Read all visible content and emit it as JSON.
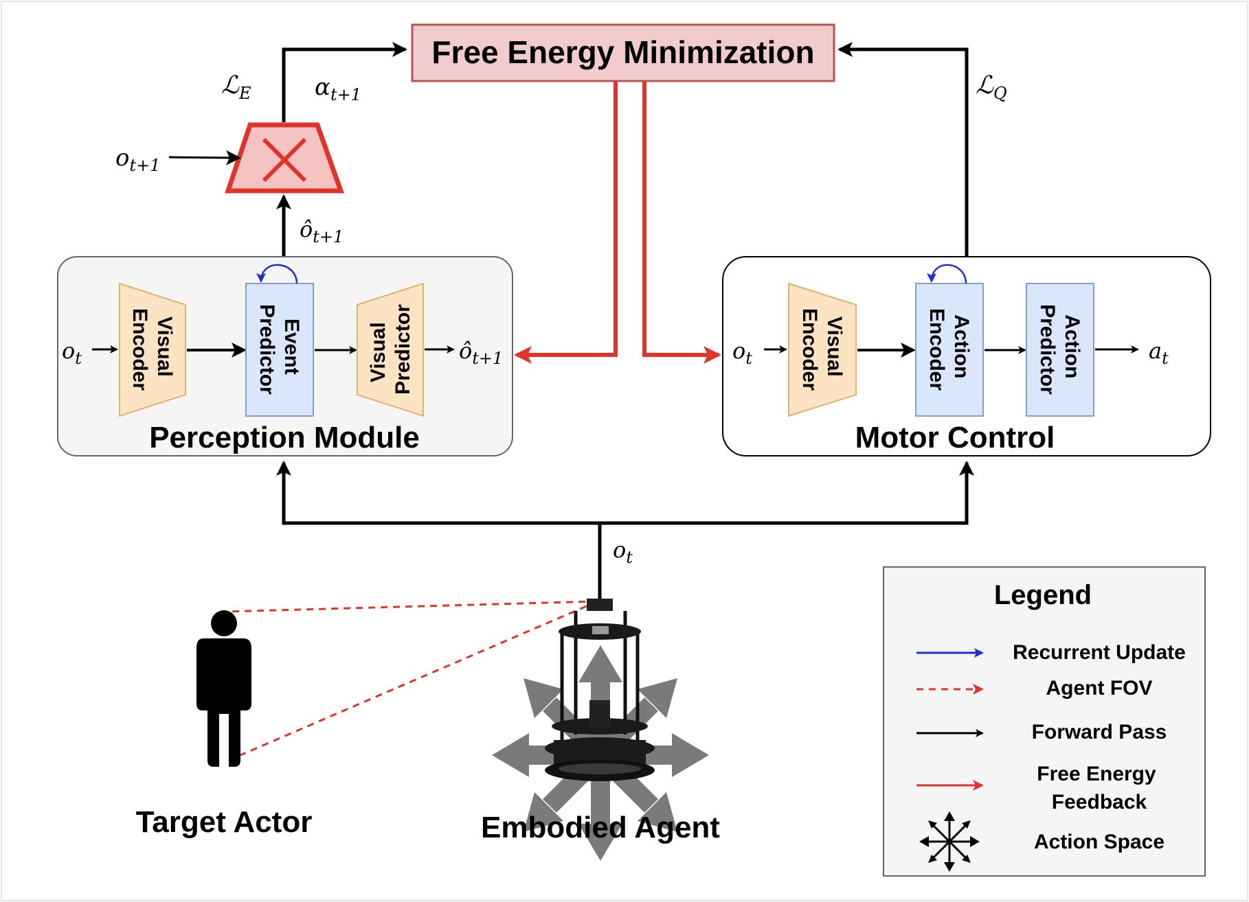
{
  "colors": {
    "forward": "#000000",
    "feedback": "#e0342a",
    "recurrent": "#1f2ed6",
    "fov": "#e0342a",
    "fe_box_fill": "#f2cccc",
    "fe_box_stroke": "#b85450",
    "encoder_fill": "#fbe3c3",
    "encoder_stroke": "#e2b370",
    "predictor_fill": "#dae7fa",
    "predictor_stroke": "#7f9fd6",
    "module_fill": "#f5f5f5",
    "legend_fill": "#f5f5f5",
    "comparator_fill": "#f6c3c3",
    "comparator_stroke": "#e0342a"
  },
  "top": {
    "free_energy": "Free Energy Minimization",
    "loss_e": {
      "main": "ℒ",
      "sub": "E"
    },
    "loss_q": {
      "main": "ℒ",
      "sub": "Q"
    },
    "alpha": {
      "main": "α",
      "sub": "t+1"
    },
    "obs_next": {
      "main": "o",
      "sub": "t+1"
    },
    "pred_obs_up": {
      "main": "ô",
      "sub": "t+1"
    }
  },
  "perception": {
    "title": "Perception Module",
    "input": {
      "main": "o",
      "sub": "t"
    },
    "output": {
      "main": "ô",
      "sub": "t+1"
    },
    "visual_encoder": [
      "Visual",
      "Encoder"
    ],
    "event_predictor": [
      "Event",
      "Predictor"
    ],
    "visual_predictor": [
      "Visual",
      "Predictor"
    ]
  },
  "motor": {
    "title": "Motor Control",
    "input": {
      "main": "o",
      "sub": "t"
    },
    "output": {
      "main": "a",
      "sub": "t"
    },
    "visual_encoder": [
      "Visual",
      "Encoder"
    ],
    "action_encoder": [
      "Action",
      "Encoder"
    ],
    "action_predictor": [
      "Action",
      "Predictor"
    ]
  },
  "bottom": {
    "obs": {
      "main": "o",
      "sub": "t"
    },
    "target_actor": "Target Actor",
    "embodied_agent": "Embodied Agent"
  },
  "legend": {
    "title": "Legend",
    "items": [
      {
        "label": [
          "Recurrent Update"
        ],
        "style": "recurrent"
      },
      {
        "label": [
          "Agent FOV"
        ],
        "style": "fov"
      },
      {
        "label": [
          "Forward Pass"
        ],
        "style": "forward"
      },
      {
        "label": [
          "Free Energy",
          "Feedback"
        ],
        "style": "feedback"
      },
      {
        "label": [
          "Action Space"
        ],
        "style": "action-space"
      }
    ]
  }
}
